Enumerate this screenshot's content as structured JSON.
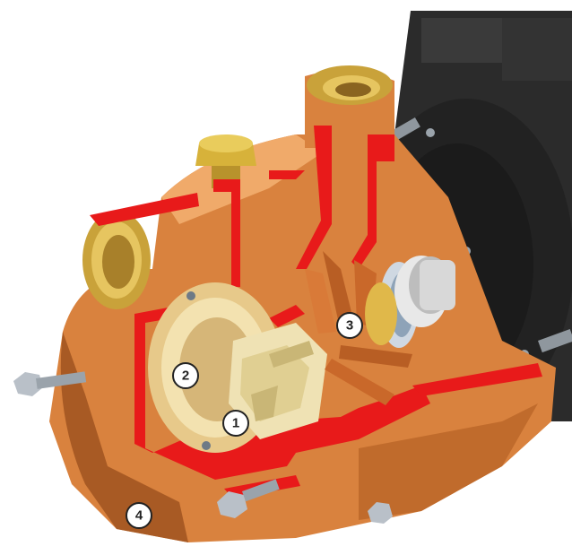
{
  "figure": {
    "colors": {
      "bronze": "#d9823e",
      "bronze_dark": "#a85a24",
      "bronze_light": "#f0aa6a",
      "section_red": "#e81a1a",
      "motor_black": "#2b2b2b",
      "brass": "#d7b23a",
      "bolt_steel": "#b9c0c8",
      "impeller_cream": "#efe2b4",
      "callout_fill": "#ffffff",
      "callout_stroke": "#222222"
    },
    "callouts": [
      {
        "id": "1",
        "label": "1"
      },
      {
        "id": "2",
        "label": "2"
      },
      {
        "id": "3",
        "label": "3"
      },
      {
        "id": "4",
        "label": "4"
      }
    ]
  }
}
